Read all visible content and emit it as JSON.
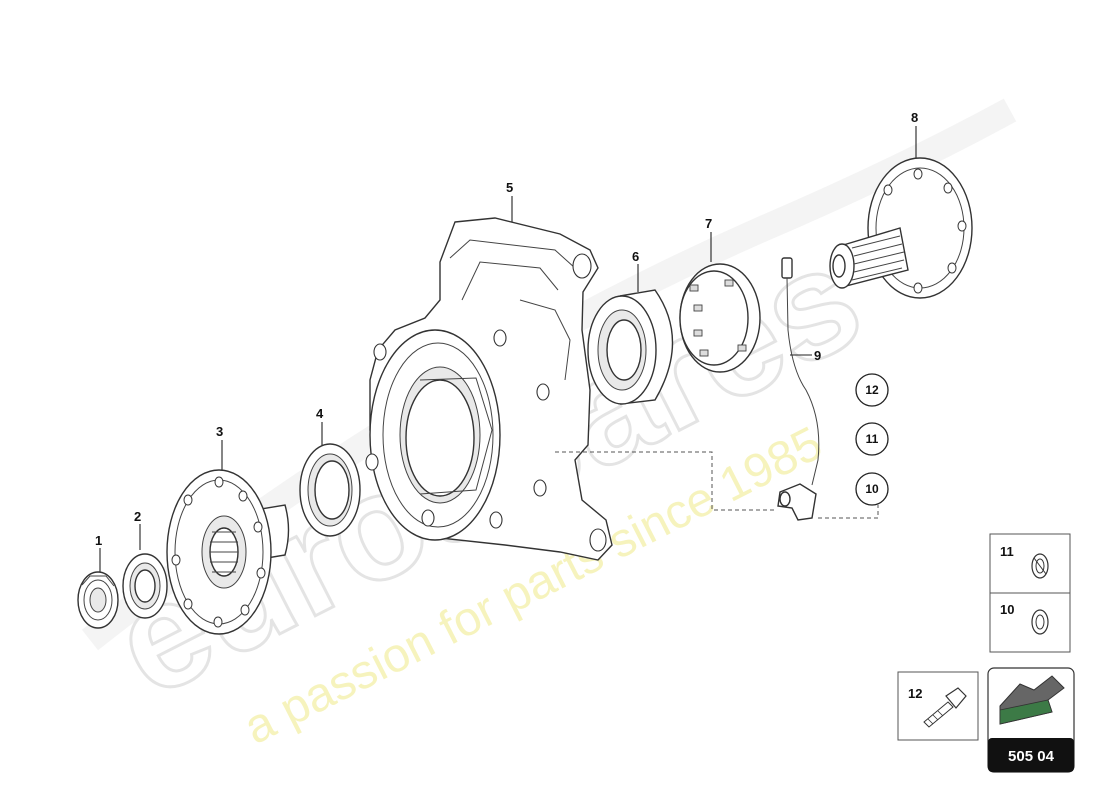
{
  "watermark": {
    "brand": "eurospares",
    "tagline": "a passion for parts since 1985"
  },
  "callouts": {
    "c1": "1",
    "c2": "2",
    "c3": "3",
    "c4": "4",
    "c5": "5",
    "c6": "6",
    "c7": "7",
    "c8": "8",
    "c9": "9"
  },
  "circled_labels": [
    "12",
    "11",
    "10"
  ],
  "detail_boxes": {
    "washer_11_label": "11",
    "washer_10_label": "10",
    "bolt_12_label": "12"
  },
  "page_code": "505 04"
}
